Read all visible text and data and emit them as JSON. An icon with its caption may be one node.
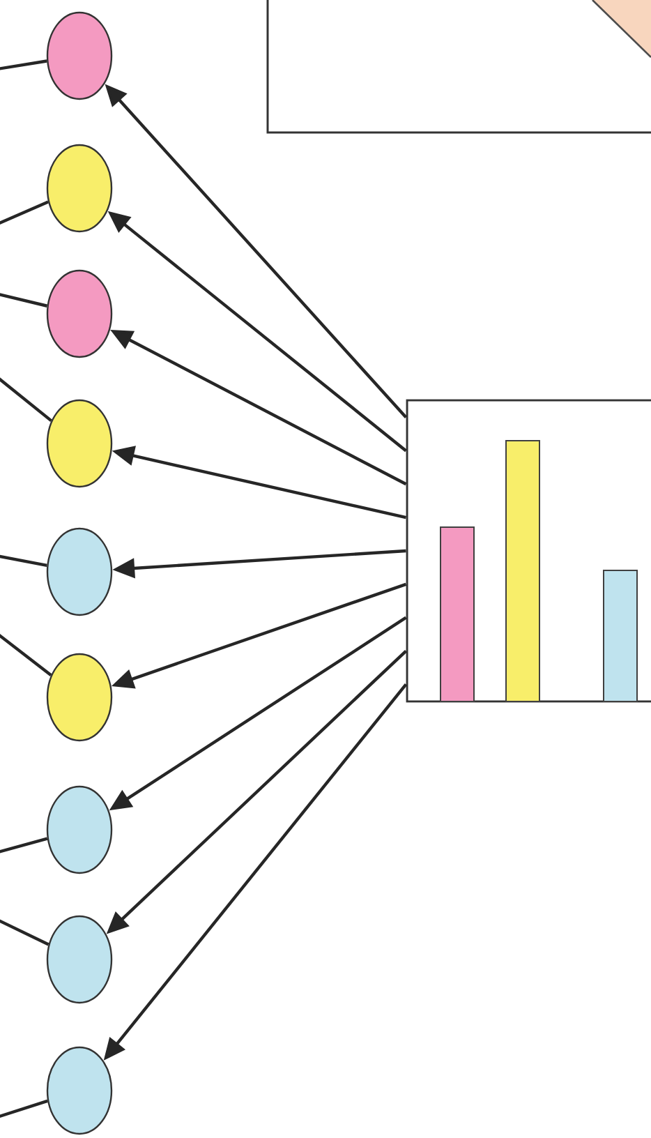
{
  "diagram": {
    "nodes": [
      {
        "text": [],
        "shape": "circle"
      },
      {
        "text": [],
        "shape": "circle"
      },
      {
        "text": [],
        "shape": "circle"
      },
      {
        "text": [],
        "shape": "circle"
      },
      {
        "text": [],
        "shape": "circle"
      },
      {
        "text": [],
        "shape": "circle"
      },
      {
        "text": [],
        "shape": "circle"
      },
      {
        "text": [],
        "shape": "circle"
      },
      {
        "text": [],
        "shape": "circle"
      },
      {
        "text": [],
        "shape": "picture"
      },
      {
        "text": [],
        "shape": "box"
      }
    ],
    "edges": [
      {
        "from": 9,
        "to": 0,
        "arrow": "to"
      },
      {
        "from": 9,
        "to": 1,
        "arrow": "to"
      },
      {
        "from": 9,
        "to": 2,
        "arrow": "to"
      },
      {
        "from": 9,
        "to": 3,
        "arrow": "to"
      },
      {
        "from": 9,
        "to": 4,
        "arrow": "to"
      },
      {
        "from": 9,
        "to": 5,
        "arrow": "to"
      },
      {
        "from": 9,
        "to": 6,
        "arrow": "to"
      },
      {
        "from": 9,
        "to": 7,
        "arrow": "to"
      },
      {
        "from": 9,
        "to": 8,
        "arrow": "to"
      },
      {
        "from": null,
        "to": 0,
        "arrow": "none"
      },
      {
        "from": null,
        "to": 1,
        "arrow": "none"
      },
      {
        "from": null,
        "to": 2,
        "arrow": "none"
      },
      {
        "from": null,
        "to": 3,
        "arrow": "none"
      },
      {
        "from": null,
        "to": 4,
        "arrow": "none"
      },
      {
        "from": null,
        "to": 5,
        "arrow": "none"
      },
      {
        "from": null,
        "to": 6,
        "arrow": "none"
      },
      {
        "from": null,
        "to": 7,
        "arrow": "none"
      },
      {
        "from": null,
        "to": 8,
        "arrow": "none"
      }
    ]
  }
}
